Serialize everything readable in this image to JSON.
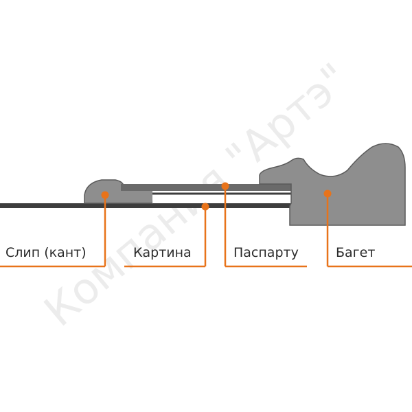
{
  "colors": {
    "background": "#ffffff",
    "profile_fill": "#8e8e8e",
    "profile_stroke": "#5a5a5a",
    "glass_fill": "#6a6a6a",
    "line_dark": "#3d3d3d",
    "accent": "#e8731a",
    "label_text": "#2b2b2b",
    "watermark": "#ececec"
  },
  "watermark": {
    "text": "Компания \"Артэ\""
  },
  "callouts": [
    {
      "id": "slip",
      "label": "Слип (кант)"
    },
    {
      "id": "picture",
      "label": "Картина"
    },
    {
      "id": "passepartout",
      "label": "Паспарту"
    },
    {
      "id": "baguette",
      "label": "Багет"
    }
  ]
}
